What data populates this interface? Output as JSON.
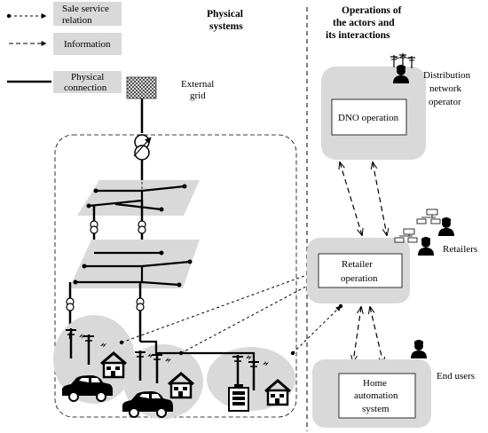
{
  "legend": {
    "sale_service_line1": "Sale service",
    "sale_service_line2": "relation",
    "information": "Information",
    "physical_line1": "Physical",
    "physical_line2": "connection"
  },
  "physical_systems": {
    "line1": "Physical",
    "line2": "systems"
  },
  "external_grid": {
    "line1": "External",
    "line2": "grid"
  },
  "operations_title": {
    "line1": "Operations of",
    "line2": "the actors and",
    "line3": "its interactions"
  },
  "dno": {
    "box_label": "DNO operation",
    "actor_line1": "Distribution",
    "actor_line2": "network",
    "actor_line3": "operator"
  },
  "retailer": {
    "box_line1": "Retailer",
    "box_line2": "operation",
    "actor_label": "Retailers"
  },
  "home": {
    "box_line1": "Home",
    "box_line2": "automation",
    "box_line3": "system",
    "actor_label": "End users"
  },
  "colors": {
    "panel_gray": "#d9d9d9",
    "line": "#000000",
    "box_fill": "#ffffff"
  }
}
